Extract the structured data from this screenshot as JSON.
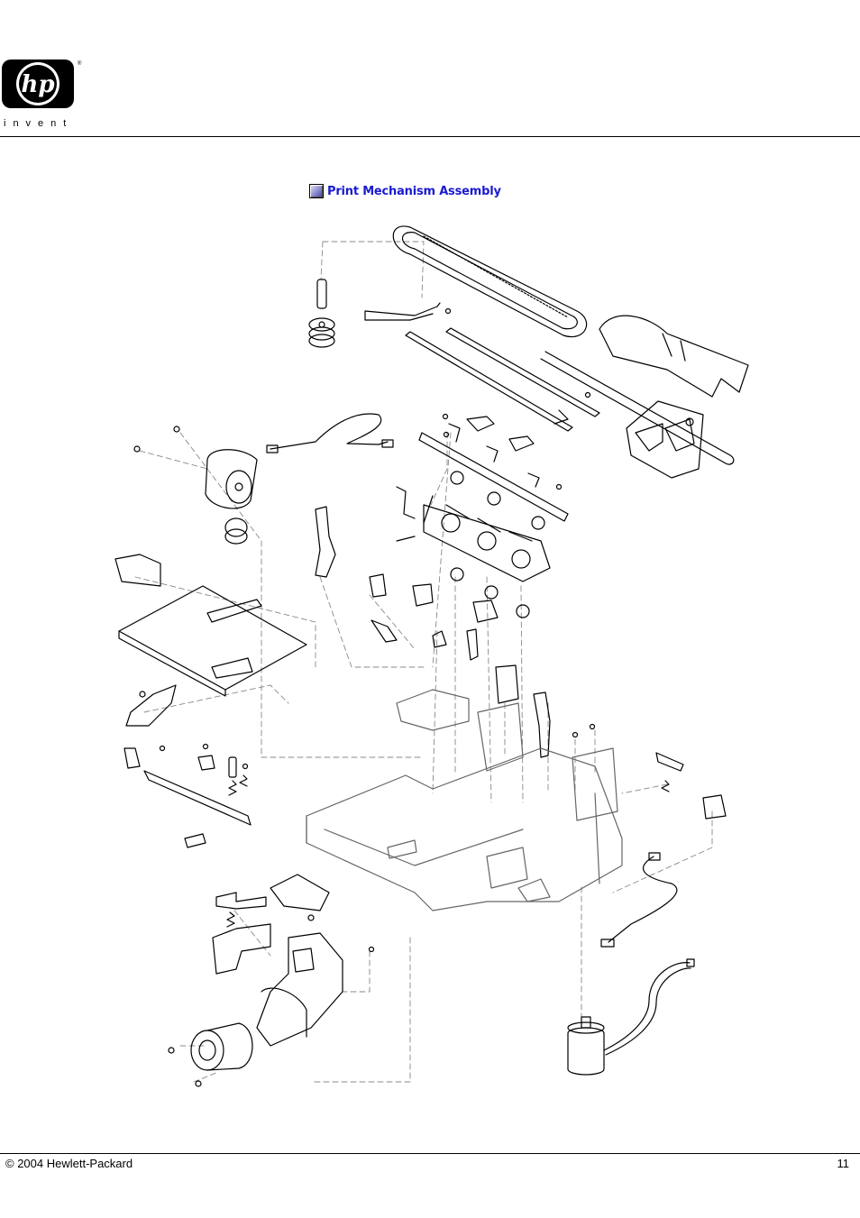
{
  "header": {
    "logo_text": "hp",
    "logo_tagline": "invent"
  },
  "section": {
    "title": "Print Mechanism Assembly"
  },
  "footer": {
    "copyright": "© 2004 Hewlett-Packard",
    "page_number": "11"
  }
}
